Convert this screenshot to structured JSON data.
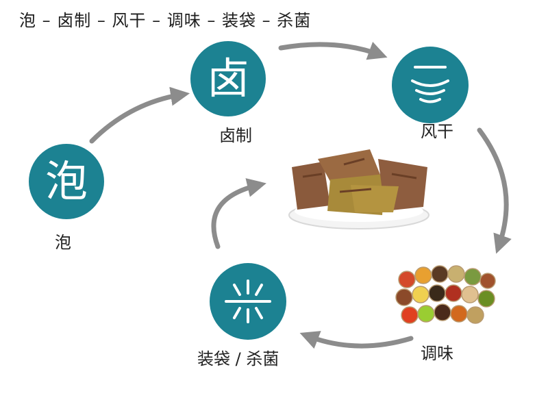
{
  "title": "泡 – 卤制 – 风干 – 调味 – 装袋 – 杀菌",
  "steps": [
    {
      "glyph": "泡",
      "label": "泡"
    },
    {
      "glyph": "卤",
      "label": "卤制"
    },
    {
      "icon": "wind-icon",
      "label": "风干"
    },
    {
      "icon": "spices-image",
      "label": "调味"
    },
    {
      "icon": "sparkle-icon",
      "label": "装袋 / 杀菌"
    }
  ],
  "center_image": "dried-meat-plate",
  "colors": {
    "node": "#1c8292",
    "arrow": "#8c8c8c"
  }
}
